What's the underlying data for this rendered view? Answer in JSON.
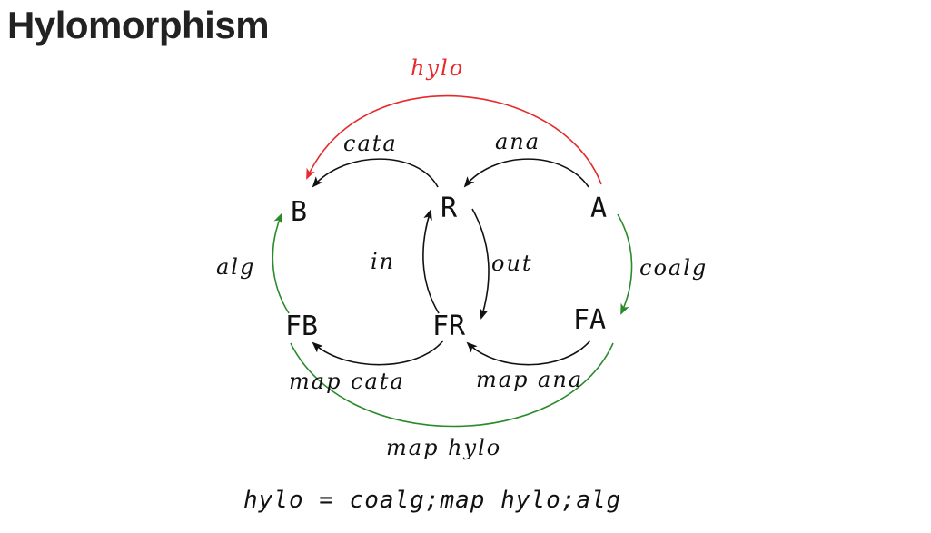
{
  "title": "Hylomorphism",
  "colors": {
    "default": "#111111",
    "hylo": "#e8282a",
    "green": "#2a8a2a"
  },
  "nodes": {
    "B": "B",
    "R": "R",
    "A": "A",
    "FB": "FB",
    "FR": "FR",
    "FA": "FA"
  },
  "edges": {
    "hylo": "hylo",
    "cata": "cata",
    "ana": "ana",
    "alg": "alg",
    "in": "in",
    "out": "out",
    "coalg": "coalg",
    "map_cata": "map cata",
    "map_ana": "map ana",
    "map_hylo": "map hylo"
  },
  "formula": "hylo = coalg;map hylo;alg"
}
